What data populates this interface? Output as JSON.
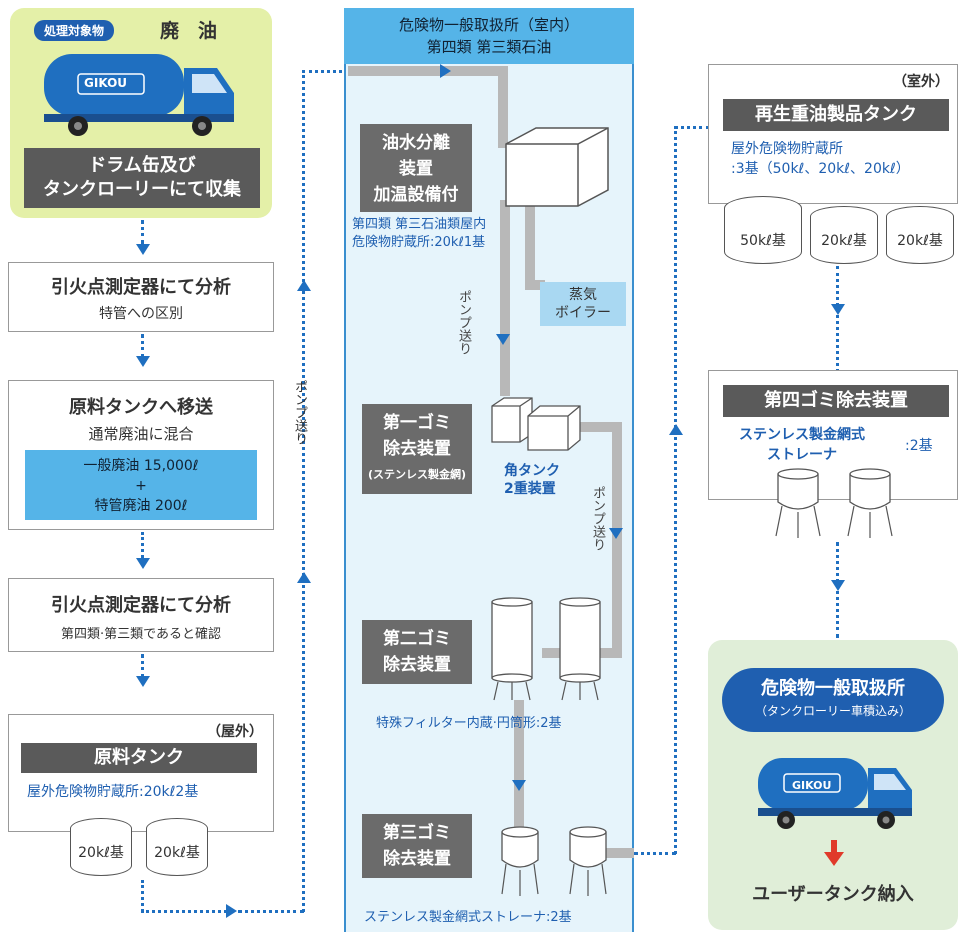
{
  "collection": {
    "badge": "処理対象物",
    "target": "廃　油",
    "truck_brand": "GIKOU",
    "caption_line1": "ドラム缶及び",
    "caption_line2": "タンクローリーにて収集"
  },
  "step_analysis1": {
    "title": "引火点測定器にて分析",
    "sub": "特管への区別"
  },
  "step_transfer": {
    "title": "原料タンクへ移送",
    "sub": "通常廃油に混合",
    "mix_line1": "一般廃油 15,000ℓ",
    "mix_plus": "+",
    "mix_line2": "特管廃油 200ℓ"
  },
  "step_analysis2": {
    "title": "引火点測定器にて分析",
    "sub": "第四類·第三類であると確認"
  },
  "raw_tank": {
    "location": "（屋外）",
    "title": "原料タンク",
    "desc": "屋外危険物貯蔵所:20kℓ2基",
    "tank1": "20kℓ基",
    "tank2": "20kℓ基"
  },
  "left_pump_label": "ポンプ送り",
  "facility": {
    "header_line1": "危険物一般取扱所（室内）",
    "header_line2": "第四類 第三類石油"
  },
  "separator": {
    "label_line1": "油水分離",
    "label_line2": "装置",
    "label_line3": "加温設備付",
    "storage_line1": "第四類 第三石油類屋内",
    "storage_line2": "危険物貯蔵所:20kℓ1基"
  },
  "boiler": {
    "line1": "蒸気",
    "line2": "ボイラー"
  },
  "pump_label_a": "ポンプ送り",
  "filter1": {
    "label_line1": "第一ゴミ",
    "label_line2": "除去装置",
    "label_line3": "(ステンレス製金網)",
    "tank_line1": "角タンク",
    "tank_line2": "2重装置"
  },
  "pump_label_b": "ポンプ送り",
  "filter2": {
    "label_line1": "第二ゴミ",
    "label_line2": "除去装置",
    "desc": "特殊フィルター内蔵·円筒形:2基"
  },
  "filter3": {
    "label_line1": "第三ゴミ",
    "label_line2": "除去装置",
    "desc": "ステンレス製金網式ストレーナ:2基"
  },
  "product_tank": {
    "location": "（室外）",
    "title": "再生重油製品タンク",
    "desc_line1": "屋外危険物貯蔵所",
    "desc_line2": ":3基（50kℓ、20kℓ、20kℓ）",
    "tank1": "50kℓ基",
    "tank2": "20kℓ基",
    "tank3": "20kℓ基"
  },
  "filter4": {
    "title": "第四ゴミ除去装置",
    "desc_line1": "ステンレス製金網式",
    "desc_line2": "ストレーナ",
    "count": ":2基"
  },
  "delivery": {
    "title_line1": "危険物一般取扱所",
    "title_line2": "（タンクローリー車積込み）",
    "truck_brand": "GIKOU",
    "caption": "ユーザータンク納入"
  }
}
